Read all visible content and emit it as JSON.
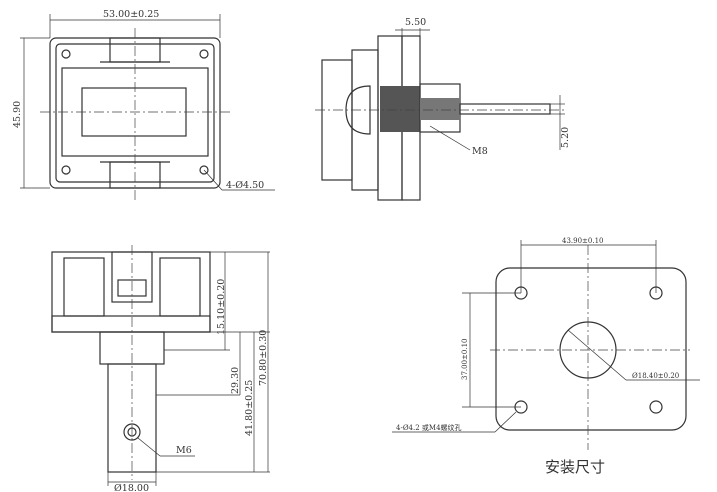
{
  "front_view": {
    "width_dim": "53.00±0.25",
    "height_dim": "45.90",
    "hole_dim": "4-Ø4.50"
  },
  "side_view": {
    "flange_dim": "5.50",
    "thread_label": "M8",
    "shaft_dim": "5.20"
  },
  "bottom_view": {
    "dim_a": "15.10±0.20",
    "dim_b": "29.30",
    "dim_c": "41.80±0.25",
    "dim_d": "70.80±0.30",
    "thread_label": "M6",
    "diameter_dim": "Ø18.00"
  },
  "mounting": {
    "hole_spacing_x": "43.90±0.10",
    "hole_spacing_y": "37.00±0.10",
    "center_hole_dim": "Ø18.40±0.20",
    "hole_note": "4-Ø4.2 或M4螺纹孔",
    "caption": "安装尺寸"
  }
}
